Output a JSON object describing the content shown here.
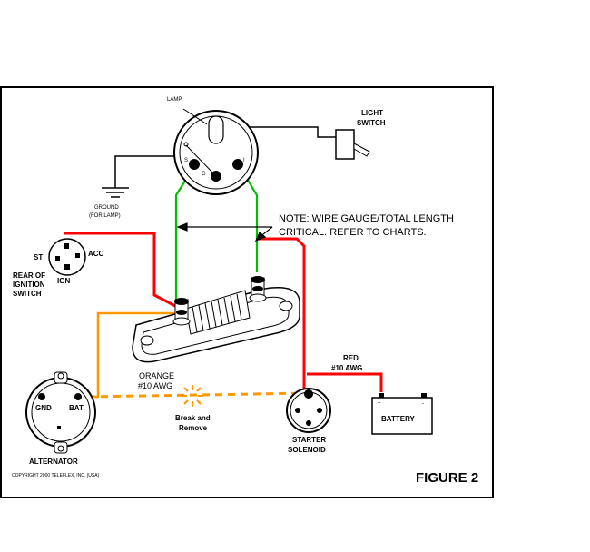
{
  "labels": {
    "lamp": "LAMP",
    "light_switch_line1": "LIGHT",
    "light_switch_line2": "SWITCH",
    "ground_line1": "GROUND",
    "ground_line2": "(FOR LAMP)",
    "note_line1": "NOTE: WIRE GAUGE/TOTAL LENGTH",
    "note_line2": "CRITICAL. REFER TO CHARTS.",
    "st": "ST",
    "acc": "ACC",
    "ign": "IGN",
    "rear_of_line1": "REAR OF",
    "rear_of_line2": "IGNITION",
    "rear_of_line3": "SWITCH",
    "orange_line1": "ORANGE",
    "orange_line2": "#10 AWG",
    "red_line1": "RED",
    "red_line2": "#10 AWG",
    "break_line1": "Break and",
    "break_line2": "Remove",
    "gnd": "GND",
    "bat": "BAT",
    "alternator": "ALTERNATOR",
    "starter_line1": "STARTER",
    "starter_line2": "SOLENOID",
    "battery": "BATTERY",
    "gauge_s": "S",
    "gauge_g": "G",
    "gauge_i": "I",
    "plus": "+",
    "minus": "-",
    "copyright": "COPYRIGHT 2000 TELEFLEX, INC. (USA)",
    "figure": "FIGURE 2"
  },
  "colors": {
    "red_wire": "#ff0000",
    "green_wire": "#00c000",
    "orange_wire": "#ff9900",
    "black": "#000000"
  }
}
